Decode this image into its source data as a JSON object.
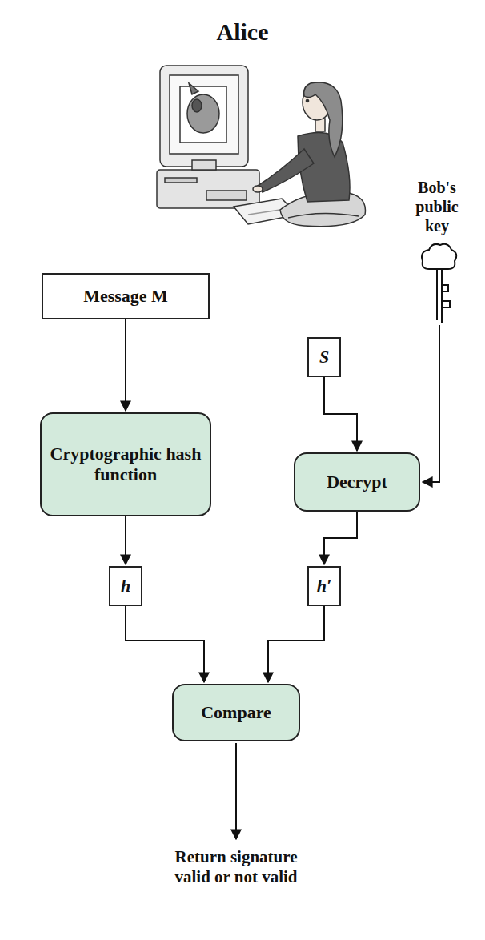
{
  "diagram": {
    "title": "Alice",
    "nodes": [
      {
        "text": [
          "Message M"
        ]
      },
      {
        "text": [
          "S"
        ]
      },
      {
        "text": [
          "Cryptographic hash function"
        ]
      },
      {
        "text": [
          "Decrypt"
        ]
      },
      {
        "text": [
          "h"
        ]
      },
      {
        "text": [
          "h′"
        ]
      },
      {
        "text": [
          "Compare"
        ]
      }
    ],
    "edges": [
      {
        "from": 0,
        "to": 2,
        "arrow": "to"
      },
      {
        "from": 1,
        "to": 3,
        "arrow": "to"
      },
      {
        "from": 2,
        "to": 4,
        "arrow": "to"
      },
      {
        "from": 3,
        "to": 5,
        "arrow": "to"
      },
      {
        "from": 4,
        "to": 6,
        "arrow": "to"
      },
      {
        "from": 5,
        "to": 6,
        "arrow": "to"
      }
    ],
    "labels": [
      "Bob's public key",
      "Return signature valid or not valid"
    ]
  }
}
